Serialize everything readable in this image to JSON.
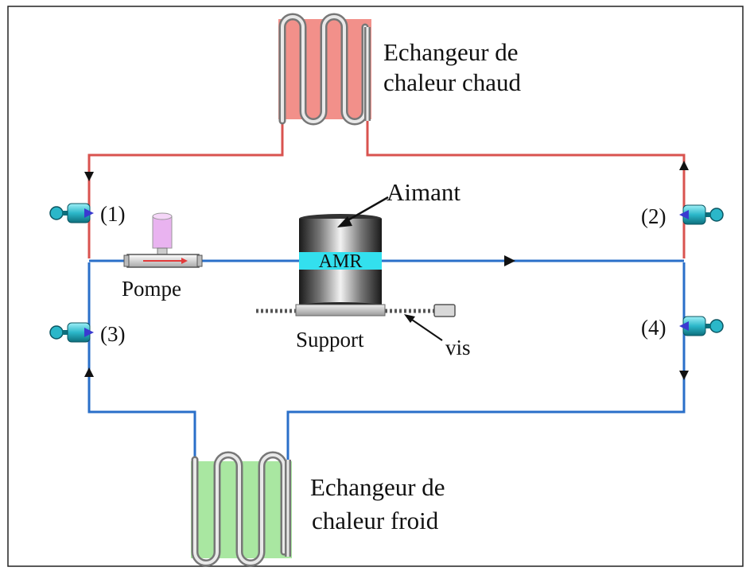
{
  "labels": {
    "hot_exchanger_line1": "Echangeur de",
    "hot_exchanger_line2": "chaleur chaud",
    "cold_exchanger_line1": "Echangeur de",
    "cold_exchanger_line2": "chaleur froid",
    "magnet": "Aimant",
    "amr": "AMR",
    "pump": "Pompe",
    "support": "Support",
    "screw": "vis",
    "valve_1": "(1)",
    "valve_2": "(2)",
    "valve_3": "(3)",
    "valve_4": "(4)"
  },
  "colors": {
    "hot_pipe": "#d9534f",
    "cold_pipe": "#2a6fc9",
    "hot_coil": "#f2908a",
    "cold_coil": "#a9e7a1",
    "amr": "#33e0ee",
    "pump_body": "#e9b3f0",
    "valve": "#2bb7c9"
  }
}
